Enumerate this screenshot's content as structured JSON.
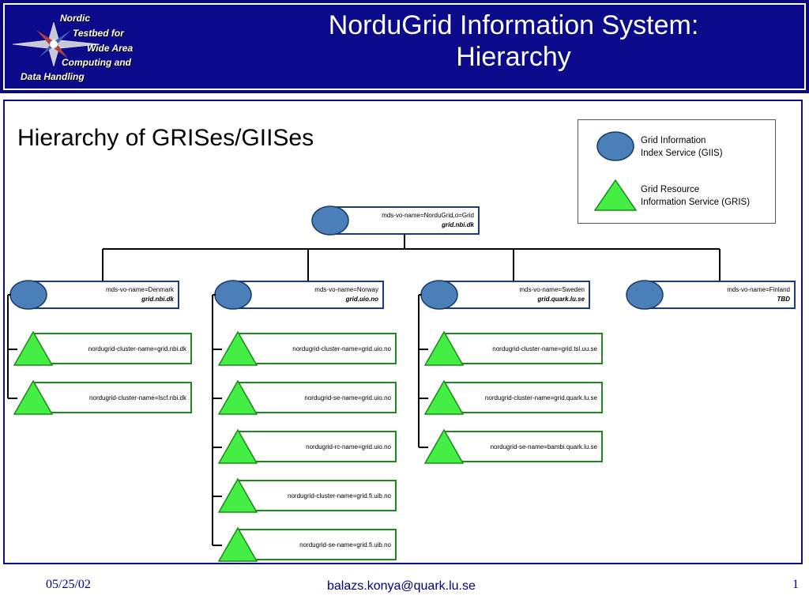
{
  "header": {
    "logo_lines": [
      "Nordic",
      "Testbed for",
      "Wide Area",
      "Computing and",
      "Data Handling"
    ],
    "title_line1": "NorduGrid Information System:",
    "title_line2": "Hierarchy"
  },
  "slide": {
    "subtitle": "Hierarchy of GRISes/GIISes"
  },
  "legend": {
    "giis_line1": "Grid Information",
    "giis_line2": "Index Service (GIIS)",
    "gris_line1": "Grid Resource",
    "gris_line2": "Information Service (GRIS)"
  },
  "tree": {
    "root": {
      "name": "mds-vo-name=NorduGrid,o=Grid",
      "host": "grid.nbi.dk"
    },
    "countries": [
      {
        "name": "mds-vo-name=Denmark",
        "host": "grid.nbi.dk",
        "children": [
          "nordugrid-cluster-name=grid.nbi.dk",
          "nordugrid-cluster-name=lscf.nbi.dk"
        ]
      },
      {
        "name": "mds-vo-name=Norway",
        "host": "grid.uio.no",
        "children": [
          "nordugrid-cluster-name=grid.uio.no",
          "nordugrid-se-name=grid.uio.no",
          "nordugrid-rc-name=grid.uio.no",
          "nordugrid-cluster-name=grid.fi.uib.no",
          "nordugrid-se-name=grid.fi.uib.no"
        ]
      },
      {
        "name": "mds-vo-name=Sweden",
        "host": "grid.quark.lu.se",
        "children": [
          "nordugrid-cluster-name=grid.tsl.uu.se",
          "nordugrid-cluster-name=grid.quark.lu.se",
          "nordugrid-se-name=bambi.quark.lu.se"
        ]
      },
      {
        "name": "mds-vo-name=Finland",
        "host": "TBD",
        "children": []
      }
    ]
  },
  "footer": {
    "date": "05/25/02",
    "email": "balazs.konya@quark.lu.se",
    "page": "1"
  },
  "colors": {
    "header_bg": "#0a0a8a",
    "giis_fill": "#4a7fb8",
    "gris_fill": "#44ee44",
    "gris_border": "#1a8a1a",
    "footer_text": "#000080"
  }
}
